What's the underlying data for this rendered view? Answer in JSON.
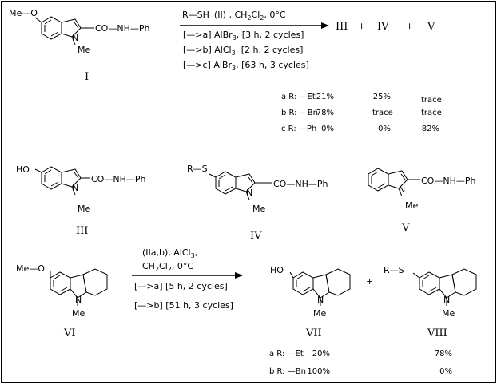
{
  "compounds": {
    "c1": {
      "label": "I",
      "methoxy": "Me—O",
      "amide": "CO—NH—Ph",
      "nme": "Me"
    },
    "c3": {
      "label": "III",
      "hydroxy": "HO",
      "amide": "CO—NH—Ph",
      "nme": "Me"
    },
    "c4": {
      "label": "IV",
      "thio": "R—S",
      "amide": "CO—NH—Ph",
      "nme": "Me"
    },
    "c5": {
      "label": "V",
      "amide": "CO—NH—Ph",
      "nme": "Me"
    },
    "c6": {
      "label": "VI",
      "methoxy": "Me—O",
      "nme": "Me"
    },
    "c7": {
      "label": "VII",
      "hydroxy": "HO",
      "nme": "Me"
    },
    "c8": {
      "label": "VIII",
      "thio": "R—S",
      "nme": "Me"
    }
  },
  "reaction1": {
    "reagent_thiol": "R—SH",
    "reagent_rest": "(II) , CH",
    "reagent_sub": "2",
    "reagent_cl": "Cl",
    "reagent_temp": ",  0°C",
    "conditions": [
      {
        "prefix": "[—>a]  AlBr",
        "sub": "3",
        "suffix": ", [3 h, 2 cycles]"
      },
      {
        "prefix": "[—>b]  AlCl",
        "sub": "3",
        "suffix": ", [2 h, 2 cycles]"
      },
      {
        "prefix": "[—>c]  AlBr",
        "sub": "3",
        "suffix": ", [63 h, 3 cycles]"
      }
    ],
    "products": {
      "p1": "III",
      "plus1": "+",
      "p2": "IV",
      "plus2": "+",
      "p3": "V"
    },
    "yield_rows": [
      {
        "label": "a  R:  —Et",
        "iii": "21%",
        "iv": "25%",
        "v": "trace"
      },
      {
        "label": "b  R:  —Bn",
        "iii": "78%",
        "iv": "trace",
        "v": "trace"
      },
      {
        "label": "c  R:  —Ph",
        "iii": "0%",
        "iv": "0%",
        "v": "82%"
      }
    ]
  },
  "reaction2": {
    "line1_pre": "(IIa,b), AlCl",
    "line1_sub": "3",
    "line1_post": ",",
    "line2_ch": "CH",
    "line2_sub1": "2",
    "line2_cl": "Cl",
    "line2_sub2": "2",
    "line2_temp": ",    0°C",
    "conditions": [
      {
        "text": "[—>a]  [5 h, 2 cycles]"
      },
      {
        "text": "[—>b]  [51 h, 3 cycles]"
      }
    ],
    "plus": "+",
    "yield_rows": [
      {
        "label": "a  R:  —Et",
        "vii": "20%",
        "viii": "78%"
      },
      {
        "label": "b  R:  —Bn",
        "vii": "100%",
        "viii": "0%"
      }
    ]
  }
}
